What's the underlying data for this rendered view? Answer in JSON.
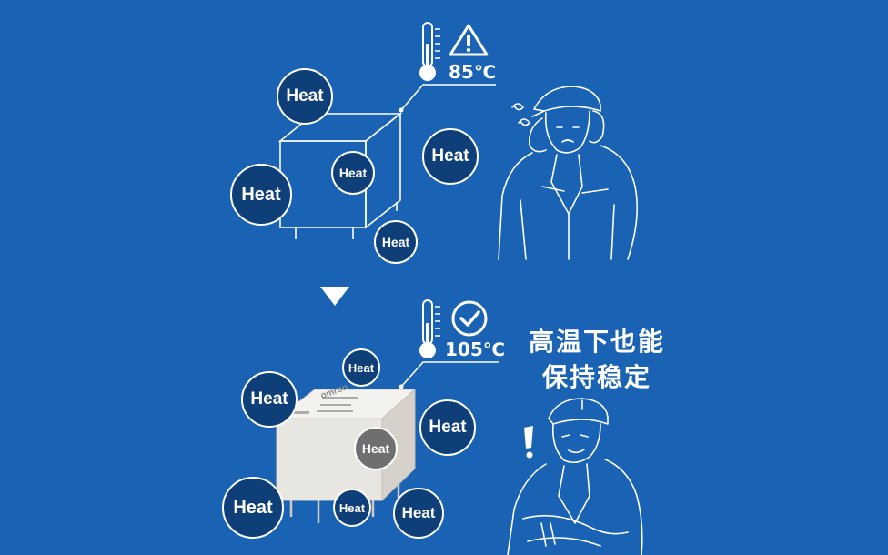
{
  "colors": {
    "background": "#1a63b4",
    "bubble": "#0f3f78",
    "bubble_gray": "#6f6f70",
    "line": "#ffffff"
  },
  "top_panel": {
    "temperature": "85℃",
    "status_icon": "warning-icon",
    "heat_labels": [
      "Heat",
      "Heat",
      "Heat",
      "Heat",
      "Heat"
    ]
  },
  "bottom_panel": {
    "temperature": "105℃",
    "status_icon": "check-icon",
    "heat_labels": [
      "Heat",
      "Heat",
      "Heat",
      "Heat",
      "Heat",
      "Heat",
      "Heat"
    ],
    "relay_marking": "omron",
    "caption_line1": "高温下也能",
    "caption_line2": "保持稳定",
    "exclamation": "!"
  }
}
